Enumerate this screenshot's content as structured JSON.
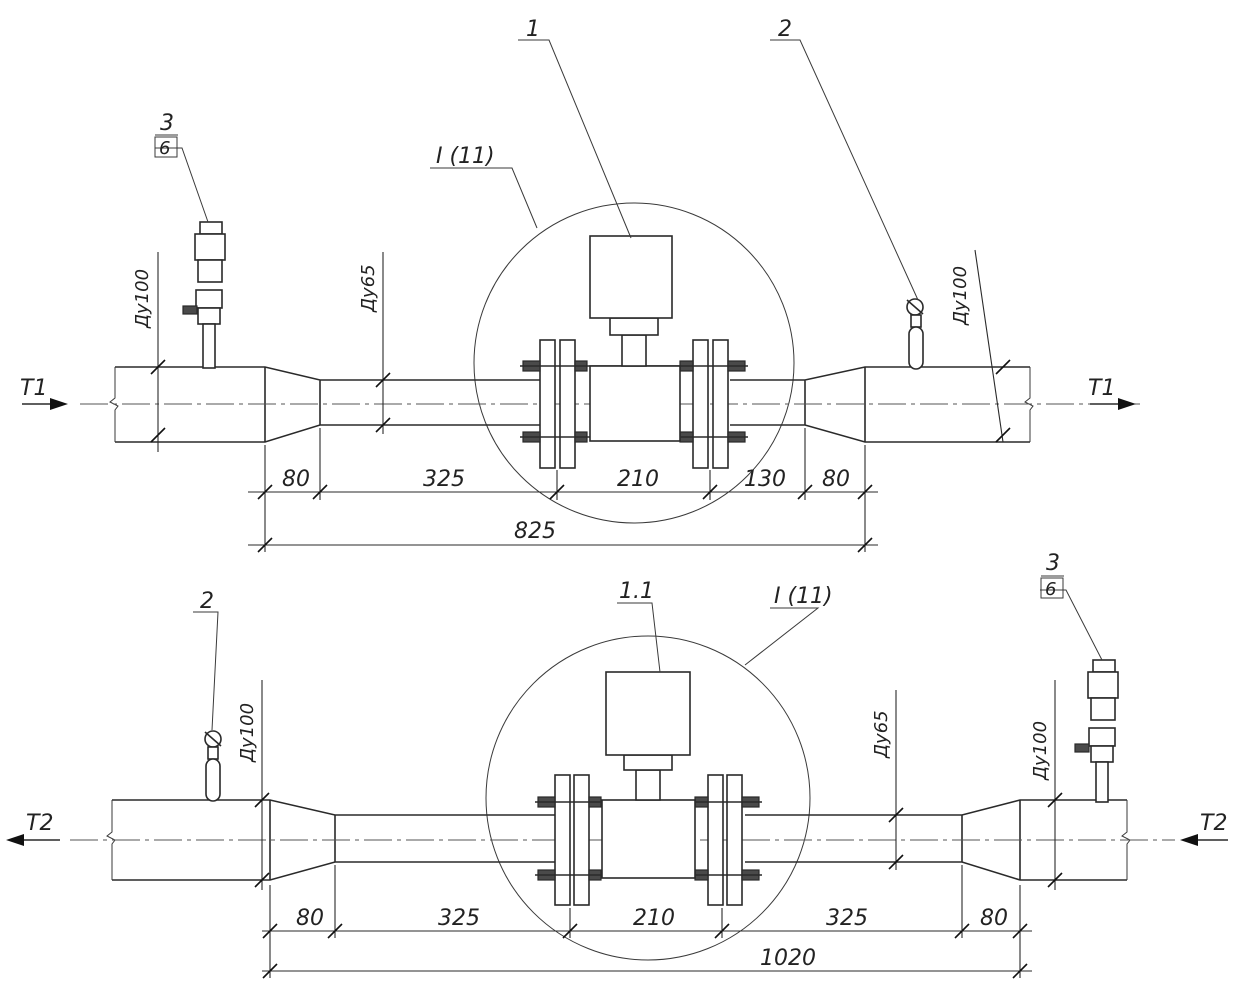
{
  "top": {
    "callout_meter": "1",
    "callout_thermo": "2",
    "callout_valve_top": "3",
    "callout_valve_bottom": "6",
    "callout_zone": "I (11)",
    "flow_in": "T1",
    "flow_out": "T1",
    "dn_left": "Ду100",
    "dn_mid": "Ду65",
    "dn_right": "Ду100",
    "dims": [
      "80",
      "325",
      "210",
      "130",
      "80"
    ],
    "total": "825"
  },
  "bottom": {
    "callout_meter": "1.1",
    "callout_thermo": "2",
    "callout_valve_top": "3",
    "callout_valve_bottom": "6",
    "callout_zone": "I (11)",
    "flow_in": "T2",
    "flow_out": "T2",
    "dn_left": "Ду100",
    "dn_mid": "Ду65",
    "dn_right": "Ду100",
    "dims": [
      "80",
      "325",
      "210",
      "325",
      "80"
    ],
    "total": "1020"
  }
}
